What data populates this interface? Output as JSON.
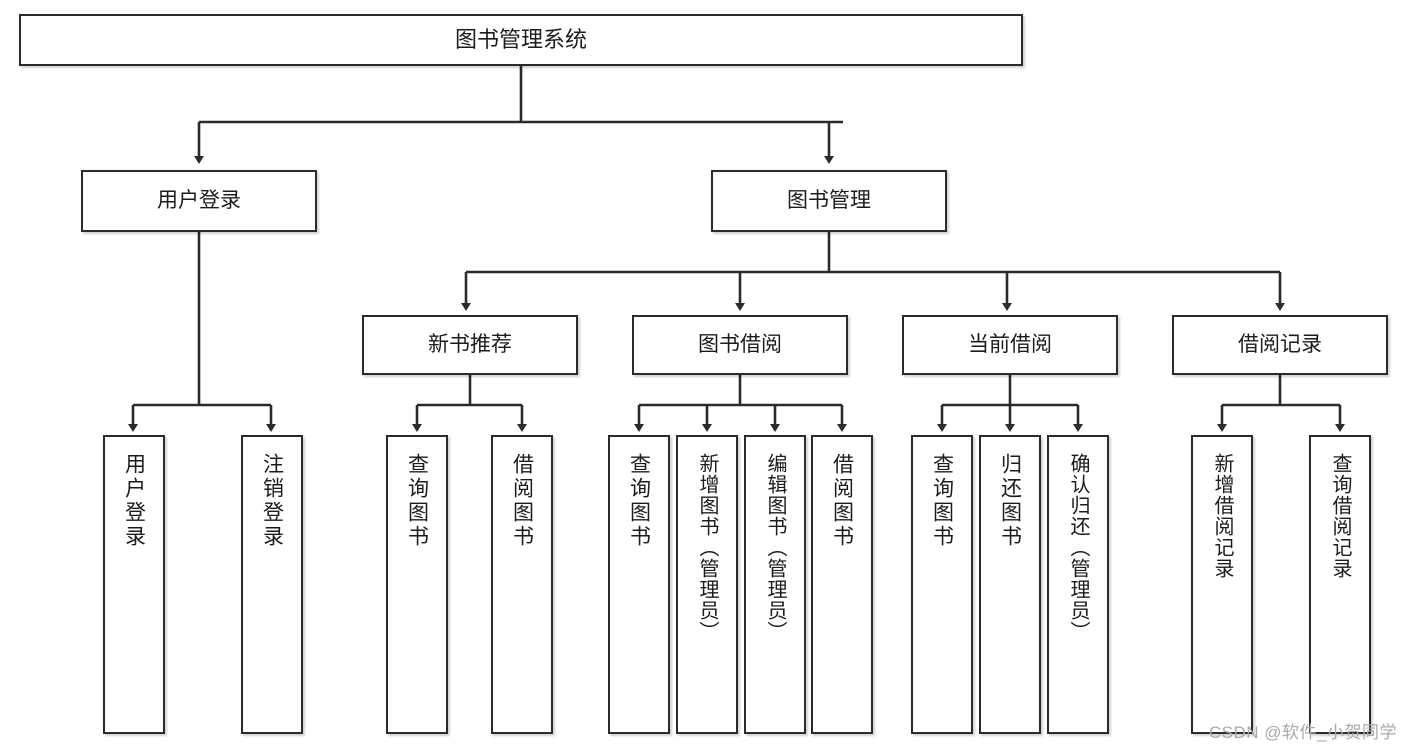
{
  "diagram": {
    "title": "图书管理系统",
    "watermark": "CSDN @软件_小贺同学",
    "accent_color": "#2b2b2b",
    "background_color": "#ffffff"
  },
  "nodes": {
    "root": {
      "label": "图书管理系统"
    },
    "level2": [
      {
        "label": "用户登录"
      },
      {
        "label": "图书管理"
      }
    ],
    "level3": [
      {
        "label": "新书推荐"
      },
      {
        "label": "图书借阅"
      },
      {
        "label": "当前借阅"
      },
      {
        "label": "借阅记录"
      }
    ],
    "leaves": {
      "user_login": [
        {
          "label": "用户登录"
        },
        {
          "label": "注销登录"
        }
      ],
      "new_book_recommend": [
        {
          "label": "查询图书"
        },
        {
          "label": "借阅图书"
        }
      ],
      "book_borrow": [
        {
          "label": "查询图书"
        },
        {
          "label": "新增图书（管理员）"
        },
        {
          "label": "编辑图书（管理员）"
        },
        {
          "label": "借阅图书"
        }
      ],
      "current_borrow": [
        {
          "label": "查询图书"
        },
        {
          "label": "归还图书"
        },
        {
          "label": "确认归还（管理员）"
        }
      ],
      "borrow_record": [
        {
          "label": "新增借阅记录"
        },
        {
          "label": "查询借阅记录"
        }
      ]
    }
  }
}
